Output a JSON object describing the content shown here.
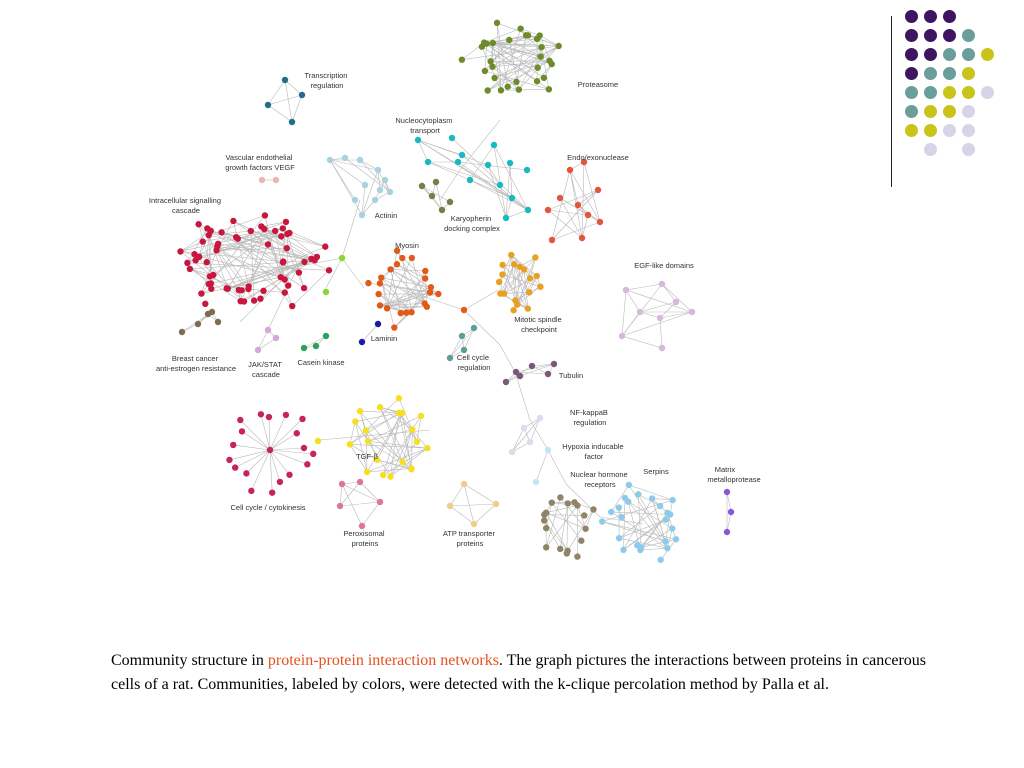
{
  "labels": {
    "transcription": [
      "Transcription",
      "regulation"
    ],
    "proteasome": [
      "Proteasome"
    ],
    "nucleocyto": [
      "Nucleocytoplasm",
      "transport"
    ],
    "vegf": [
      "Vascular endothelial",
      "growth factors VEGF"
    ],
    "intracellular": [
      "Intracellular signalling",
      "cascade"
    ],
    "actinin": [
      "Actinin"
    ],
    "karyopherin": [
      "Karyopherin",
      "docking complex"
    ],
    "endo": [
      "Endo/exonuclease"
    ],
    "myosin": [
      "Myosin"
    ],
    "egf": [
      "EGF-like domains"
    ],
    "mitotic": [
      "Mitotic spindle",
      "checkpoint"
    ],
    "laminin": [
      "Laminin"
    ],
    "breast": [
      "Breast cancer",
      "anti-estrogen resistance"
    ],
    "jak": [
      "JAK/STAT",
      "cascade"
    ],
    "casein": [
      "Casein kinase"
    ],
    "cellcycle_reg": [
      "Cell cycle",
      "regulation"
    ],
    "tubulin": [
      "Tubulin"
    ],
    "nfkb": [
      "NF-kappaB",
      "regulation"
    ],
    "tgf": [
      "TGF-β"
    ],
    "hypoxia": [
      "Hypoxia inducable",
      "factor"
    ],
    "nuclear": [
      "Nuclear hormone",
      "receptors"
    ],
    "serpins": [
      "Serpins"
    ],
    "matrix": [
      "Matrix",
      "metalloprotease"
    ],
    "cytokinesis": [
      "Cell cycle / cytokinesis"
    ],
    "peroxisomal": [
      "Peroxisomal",
      "proteins"
    ],
    "atp": [
      "ATP transporter",
      "proteins"
    ]
  },
  "caption": {
    "part1": "Community structure in ",
    "link": "protein-protein interaction networks",
    "part2": ". The graph pictures the interactions between proteins in cancerous cells of a rat. Communities, labeled by colors, were detected with the k-clique percolation method by Palla et al."
  },
  "palette": {
    "purple": "#3d1560",
    "teal": "#6a9e9a",
    "yellow": "#c9c41a",
    "lavender": "#d6d4e6"
  },
  "dot_grid": [
    [
      "purple",
      "purple",
      "purple",
      "",
      ""
    ],
    [
      "purple",
      "purple",
      "purple",
      "teal",
      ""
    ],
    [
      "purple",
      "purple",
      "teal",
      "teal",
      "yellow"
    ],
    [
      "purple",
      "teal",
      "teal",
      "yellow",
      ""
    ],
    [
      "teal",
      "teal",
      "yellow",
      "yellow",
      "lavender"
    ],
    [
      "teal",
      "yellow",
      "yellow",
      "lavender",
      ""
    ],
    [
      "yellow",
      "yellow",
      "lavender",
      "lavender",
      ""
    ],
    [
      "",
      "lavender",
      "",
      "lavender",
      ""
    ]
  ]
}
